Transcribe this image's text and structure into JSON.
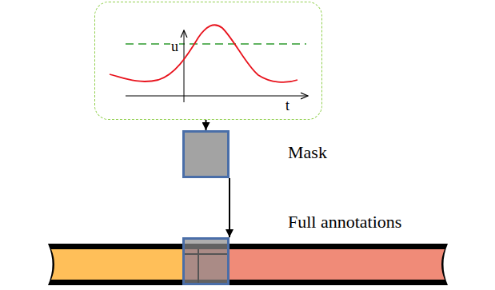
{
  "diagram": {
    "nodes": [
      {
        "text": [
          "u",
          "t"
        ]
      },
      {
        "text": [
          "Mask"
        ]
      },
      {
        "text": [
          "Full annotations"
        ]
      }
    ],
    "edges": [
      {
        "from": 0,
        "to": 1,
        "arrow": "to"
      },
      {
        "from": 1,
        "to": 2,
        "arrow": "to"
      }
    ]
  }
}
